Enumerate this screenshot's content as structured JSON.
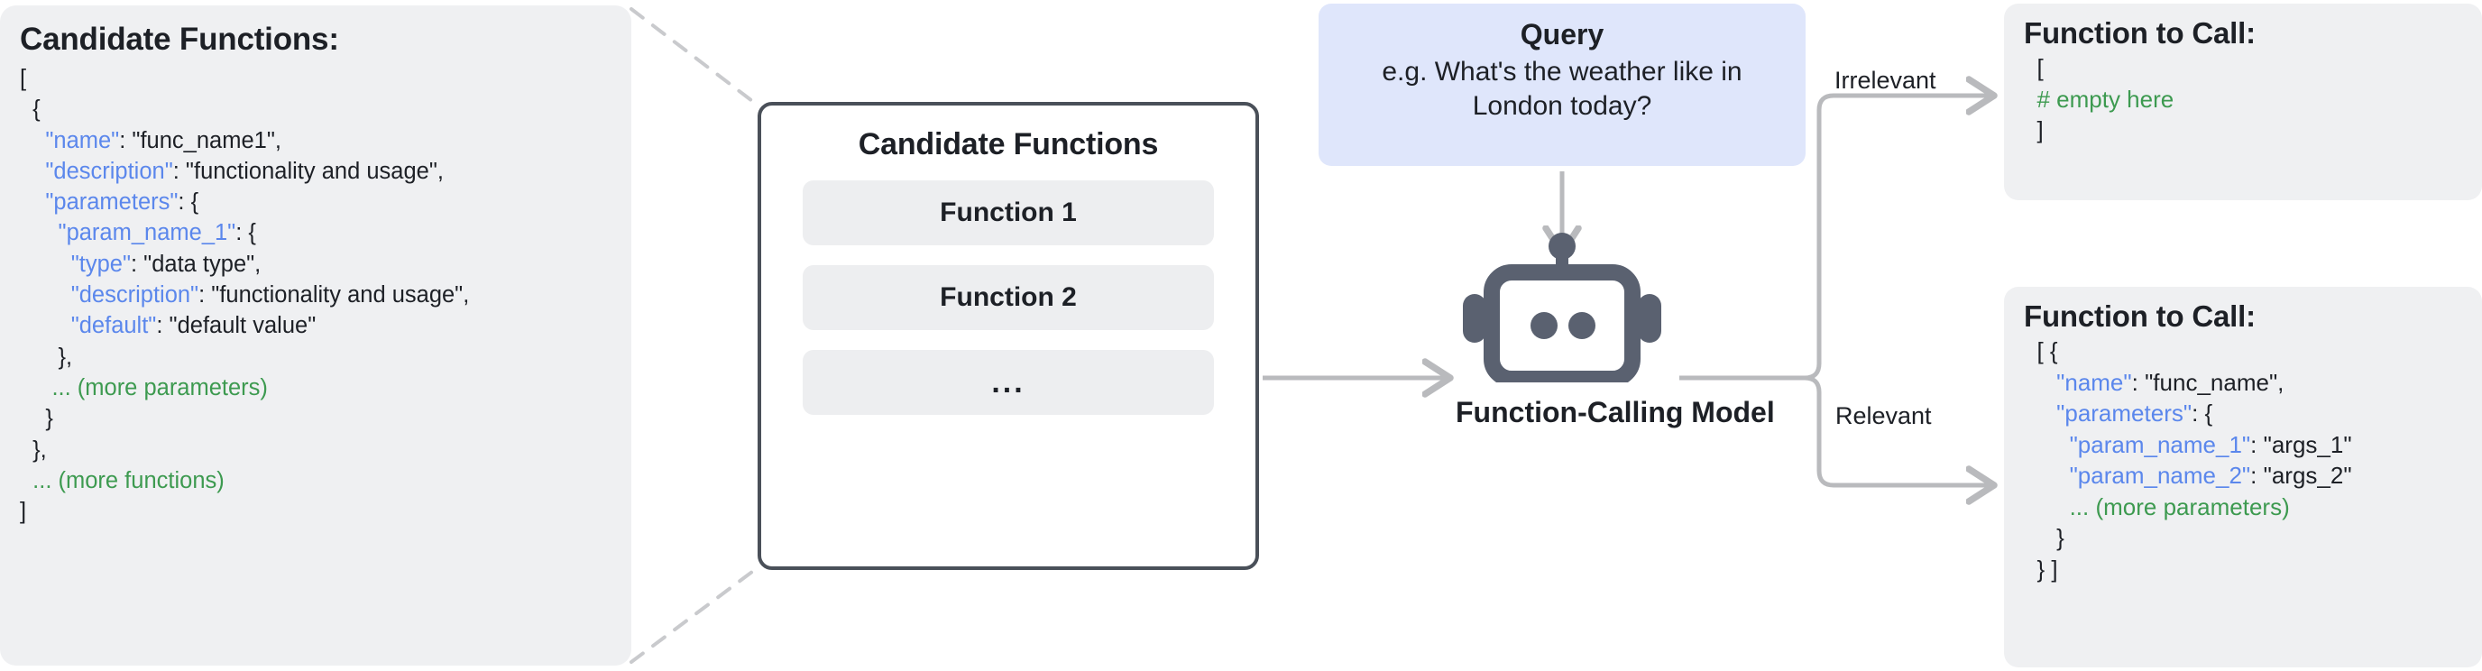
{
  "left_panel": {
    "title": "Candidate Functions:",
    "code_lines": [
      [
        {
          "t": "[",
          "c": "p"
        }
      ],
      [
        {
          "t": "  {",
          "c": "p"
        }
      ],
      [
        {
          "t": "    ",
          "c": "p"
        },
        {
          "t": "\"name\"",
          "c": "k"
        },
        {
          "t": ": \"func_name1\",",
          "c": "p"
        }
      ],
      [
        {
          "t": "    ",
          "c": "p"
        },
        {
          "t": "\"description\"",
          "c": "k"
        },
        {
          "t": ": \"functionality and usage\",",
          "c": "p"
        }
      ],
      [
        {
          "t": "    ",
          "c": "p"
        },
        {
          "t": "\"parameters\"",
          "c": "k"
        },
        {
          "t": ": {",
          "c": "p"
        }
      ],
      [
        {
          "t": "      ",
          "c": "p"
        },
        {
          "t": "\"param_name_1\"",
          "c": "k"
        },
        {
          "t": ": {",
          "c": "p"
        }
      ],
      [
        {
          "t": "        ",
          "c": "p"
        },
        {
          "t": "\"type\"",
          "c": "k"
        },
        {
          "t": ": \"data type\",",
          "c": "p"
        }
      ],
      [
        {
          "t": "        ",
          "c": "p"
        },
        {
          "t": "\"description\"",
          "c": "k"
        },
        {
          "t": ": \"functionality and usage\",",
          "c": "p"
        }
      ],
      [
        {
          "t": "        ",
          "c": "p"
        },
        {
          "t": "\"default\"",
          "c": "k"
        },
        {
          "t": ": \"default value\"",
          "c": "p"
        }
      ],
      [
        {
          "t": "      },",
          "c": "p"
        }
      ],
      [
        {
          "t": "     ",
          "c": "p"
        },
        {
          "t": "... (more parameters)",
          "c": "g"
        }
      ],
      [
        {
          "t": "    }",
          "c": "p"
        }
      ],
      [
        {
          "t": "  },",
          "c": "p"
        }
      ],
      [
        {
          "t": "  ",
          "c": "p"
        },
        {
          "t": "... (more functions)",
          "c": "g"
        }
      ],
      [
        {
          "t": "]",
          "c": "p"
        }
      ]
    ]
  },
  "middle_panel": {
    "title": "Candidate Functions",
    "functions": [
      "Function 1",
      "Function 2",
      "..."
    ]
  },
  "query": {
    "title": "Query",
    "text": "e.g. What's the weather like in London today?"
  },
  "model": {
    "label": "Function-Calling Model",
    "icon": "robot-icon"
  },
  "branches": {
    "irrelevant": "Irrelevant",
    "relevant": "Relevant"
  },
  "output_irrelevant": {
    "title": "Function to Call:",
    "code_lines": [
      [
        {
          "t": "  [",
          "c": "p"
        }
      ],
      [
        {
          "t": "  ",
          "c": "p"
        },
        {
          "t": "# empty here",
          "c": "g"
        }
      ],
      [
        {
          "t": "  ]",
          "c": "p"
        }
      ]
    ]
  },
  "output_relevant": {
    "title": "Function to Call:",
    "code_lines": [
      [
        {
          "t": "  [ {",
          "c": "p"
        }
      ],
      [
        {
          "t": "     ",
          "c": "p"
        },
        {
          "t": "\"name\"",
          "c": "k"
        },
        {
          "t": ": \"func_name\",",
          "c": "p"
        }
      ],
      [
        {
          "t": "     ",
          "c": "p"
        },
        {
          "t": "\"parameters\"",
          "c": "k"
        },
        {
          "t": ": {",
          "c": "p"
        }
      ],
      [
        {
          "t": "       ",
          "c": "p"
        },
        {
          "t": "\"param_name_1\"",
          "c": "k"
        },
        {
          "t": ": \"args_1\"",
          "c": "p"
        }
      ],
      [
        {
          "t": "       ",
          "c": "p"
        },
        {
          "t": "\"param_name_2\"",
          "c": "k"
        },
        {
          "t": ": \"args_2\"",
          "c": "p"
        }
      ],
      [
        {
          "t": "       ",
          "c": "p"
        },
        {
          "t": "... (more parameters)",
          "c": "g"
        }
      ],
      [
        {
          "t": "     }",
          "c": "p"
        }
      ],
      [
        {
          "t": "  } ]",
          "c": "p"
        }
      ]
    ]
  },
  "colors": {
    "json_key": "#5b87ec",
    "comment_green": "#3d9a50",
    "panel_gray": "#EFF0F2",
    "query_blue": "#DFE6FB",
    "robot_slate": "#5a6170",
    "border_dark": "#4a5059",
    "connector_gray": "#b9babd"
  }
}
